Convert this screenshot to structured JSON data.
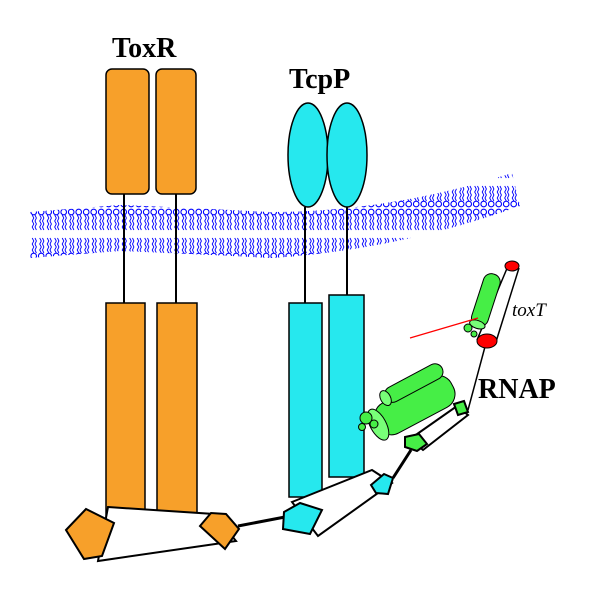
{
  "labels": {
    "toxr": "ToxR",
    "tcpp": "TcpP",
    "rnap": "RNAP",
    "toxt": "toxT"
  },
  "colors": {
    "toxr": "#f7a02a",
    "tcpp": "#26e8ee",
    "rnap": "#46ee46",
    "membrane": "#0000ff",
    "dna_end": "#ff0000",
    "line": "#000000",
    "arrow": "#ff0000"
  }
}
